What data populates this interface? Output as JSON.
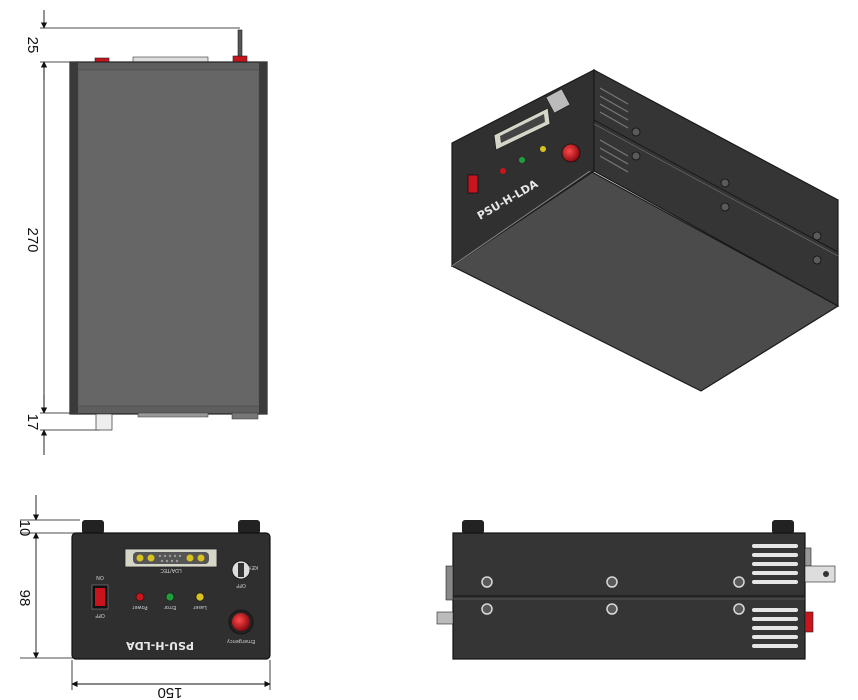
{
  "dimensions": {
    "top_offset": "25",
    "length": "270",
    "bottom_offset": "17",
    "top_margin_front": "10",
    "height": "98",
    "width": "150"
  },
  "panel": {
    "brand": "PSU-H-LDA",
    "connector_label": "LDA/TEC",
    "switch_on": "ON",
    "switch_off": "OFF",
    "key_label": "KEY",
    "led_1": "Power",
    "led_2": "Error",
    "led_3": "Laser",
    "emergency_label": "Emergency"
  },
  "colors": {
    "body": "#4a4a4a",
    "body_dark": "#2e2e2e",
    "body_light": "#5c5c5c",
    "red": "#c8141c",
    "green": "#1f9e3a",
    "yellow": "#d7c21f",
    "connector": "#d6d6c8"
  },
  "icons": [
    "rocker-switch-icon",
    "key-switch-icon",
    "emergency-button-icon",
    "db-connector-icon",
    "led-icon"
  ]
}
